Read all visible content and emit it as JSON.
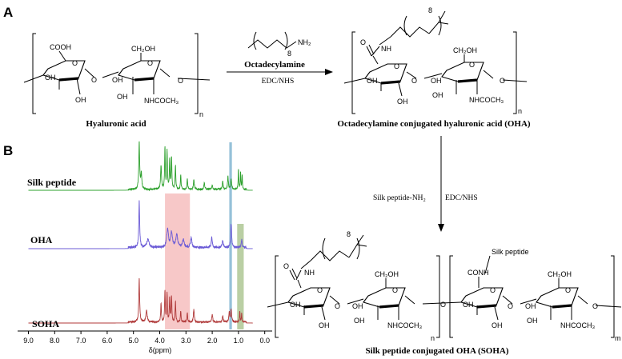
{
  "panels": {
    "a": "A",
    "b": "B"
  },
  "atoms": {
    "cooh": "COOH",
    "o": "O",
    "oh": "OH",
    "ch2oh": "CH₂OH",
    "nhcoch3": "NHCOCH₃",
    "nh": "NH",
    "conh": "CONH",
    "n": "n",
    "m": "m",
    "eight": "8",
    "nh2_reagent": "NH₂",
    "silk_peptide_sub": "Silk peptide"
  },
  "compounds": {
    "ha": "Hyaluronic acid",
    "oha": "Octadecylamine conjugated hyaluronic acid (OHA)",
    "soha": "Silk peptide conjugated OHA (SOHA)"
  },
  "reactions": {
    "step1_reagent": "Octadecylamine",
    "step1_conditions": "EDC/NHS",
    "step2_reagent": "Silk peptide-NH₂",
    "step2_conditions": "EDC/NHS"
  },
  "spectra": {
    "x_label": "δ(ppm)",
    "x_ticks": [
      "9.0",
      "8.0",
      "7.0",
      "6.0",
      "5.0",
      "4.0",
      "3.0",
      "2.0",
      "1.0",
      "0.0"
    ],
    "traces": [
      {
        "label": "Silk peptide",
        "color": "#2ca02c"
      },
      {
        "label": "OHA",
        "color": "#6b5bd6"
      },
      {
        "label": "SOHA",
        "color": "#b03a3a"
      }
    ],
    "highlights": [
      {
        "from_ppm": 3.8,
        "to_ppm": 2.85,
        "color": "#f4b6b6"
      },
      {
        "from_ppm": 1.35,
        "to_ppm": 1.25,
        "color": "#6aa6c9"
      },
      {
        "from_ppm": 1.05,
        "to_ppm": 0.8,
        "color": "#9dbb7e"
      }
    ]
  }
}
